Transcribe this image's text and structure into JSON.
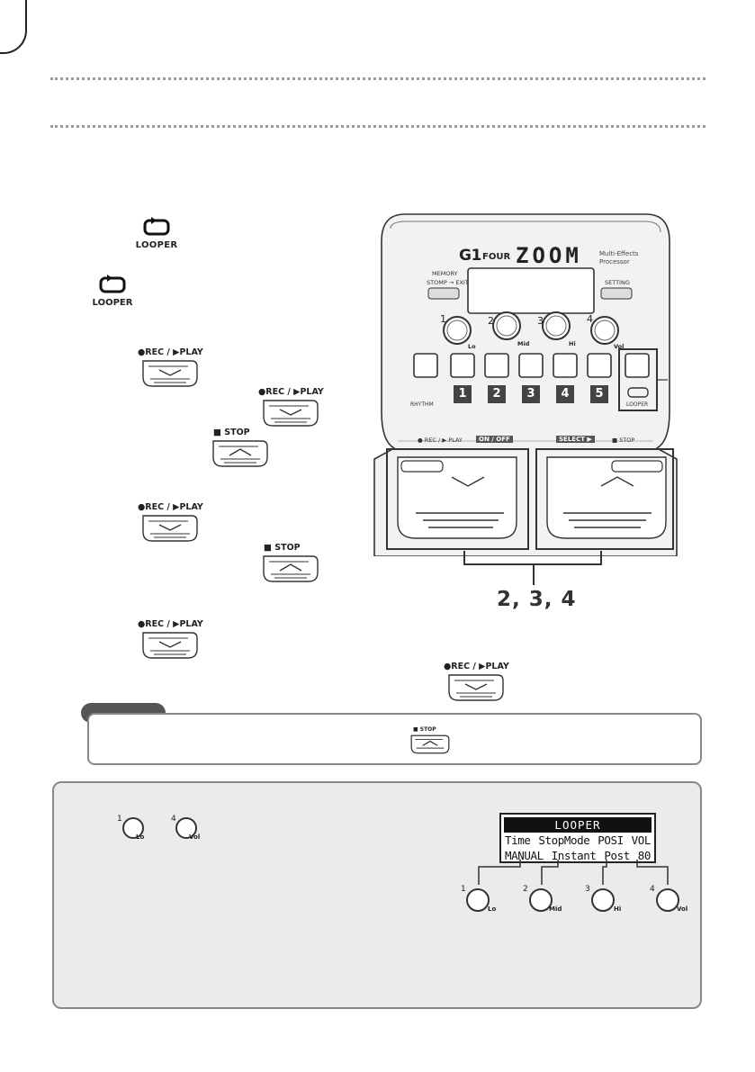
{
  "icons": {
    "looper_label": "LOOPER",
    "rec_play_label": "●REC / ▶PLAY",
    "stop_label": "■ STOP",
    "stop_label_small": "■ STOP"
  },
  "device": {
    "model": "G1",
    "model_suffix": "FOUR",
    "brand": "ZOOM",
    "subtitle_line1": "Multi-Effects",
    "subtitle_line2": "Processor",
    "memory_label": "MEMORY",
    "stomp_exit_label": "STOMP → EXIT",
    "setting_label": "SETTING",
    "knobs": [
      {
        "number": "1",
        "sub": "Lo"
      },
      {
        "number": "2",
        "sub": "Mid"
      },
      {
        "number": "3",
        "sub": "Hi"
      },
      {
        "number": "4",
        "sub": "Vol"
      }
    ],
    "rhythm_label": "RHYTHM",
    "looper_button_label": "LOOPER",
    "effect_numbers": [
      "1",
      "2",
      "3",
      "4",
      "5"
    ],
    "rec_play_bar": "● REC / ▶ PLAY",
    "on_off_bar": "ON / OFF",
    "select_bar": "SELECT ▶",
    "stop_bar": "■ STOP"
  },
  "callout_label": "2, 3, 4",
  "lcd": {
    "title": "LOOPER",
    "headers": [
      "Time",
      "StopMode",
      "POSI",
      "VOL"
    ],
    "values": [
      "MANUAL",
      "Instant",
      "Post",
      "80"
    ]
  },
  "small_knobs": [
    {
      "number": "1",
      "sub": "Lo"
    },
    {
      "number": "4",
      "sub": "Vol"
    }
  ],
  "lcd_knobs": [
    {
      "number": "1",
      "sub": "Lo"
    },
    {
      "number": "2",
      "sub": "Mid"
    },
    {
      "number": "3",
      "sub": "Hi"
    },
    {
      "number": "4",
      "sub": "Vol"
    }
  ]
}
